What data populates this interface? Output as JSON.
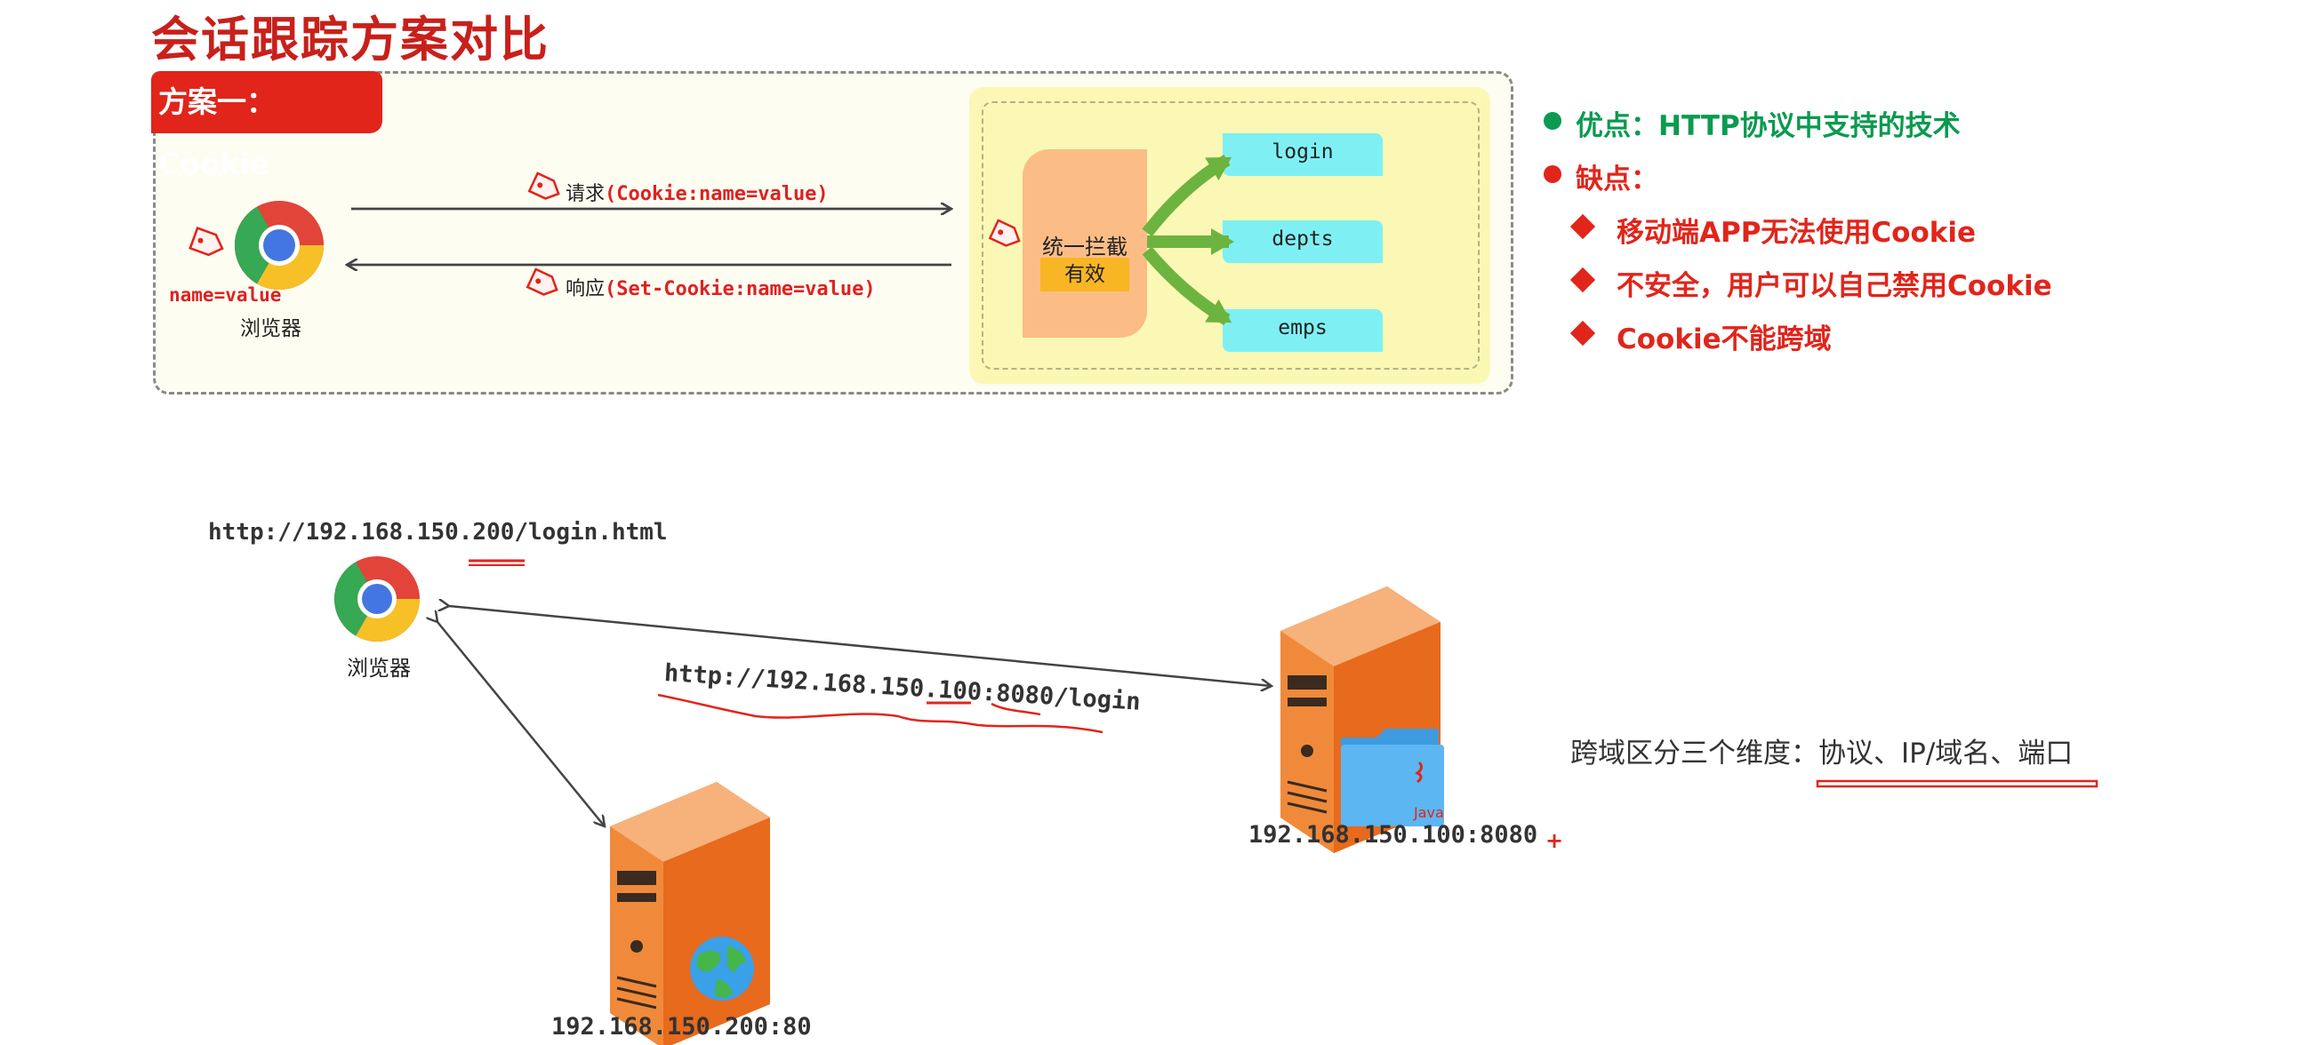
{
  "title": "会话跟踪方案对比",
  "plan": {
    "tag": "方案一：Cookie",
    "browser_label": "浏览器",
    "cookie_value": "name=value",
    "request_prefix": "请求",
    "request_detail": "(Cookie:name=value)",
    "response_prefix": "响应",
    "response_detail": "(Set-Cookie:name=value)",
    "filter_label": "统一拦截",
    "filter_badge": "有效",
    "endpoints": [
      "login",
      "depts",
      "emps"
    ]
  },
  "pros_cons": {
    "pro": "优点：HTTP协议中支持的技术",
    "con_title": "缺点：",
    "cons": [
      "移动端APP无法使用Cookie",
      "不安全，用户可以自己禁用Cookie",
      "Cookie不能跨域"
    ]
  },
  "cross_domain": {
    "browser_url": "http://192.168.150.200/login.html",
    "browser_label": "浏览器",
    "request_url": "http://192.168.150.100:8080/login",
    "web_server": "192.168.150.200:80",
    "app_server": "192.168.150.100:8080",
    "app_server_icon_text": "Java",
    "note": "跨域区分三个维度：协议、IP/域名、端口",
    "plus": "+"
  },
  "colors": {
    "title_red": "#c8201b",
    "green": "#0b9a50",
    "red": "#e1251b",
    "endpoint": "#7ef0f4",
    "server_orange": "#f07a2a"
  }
}
